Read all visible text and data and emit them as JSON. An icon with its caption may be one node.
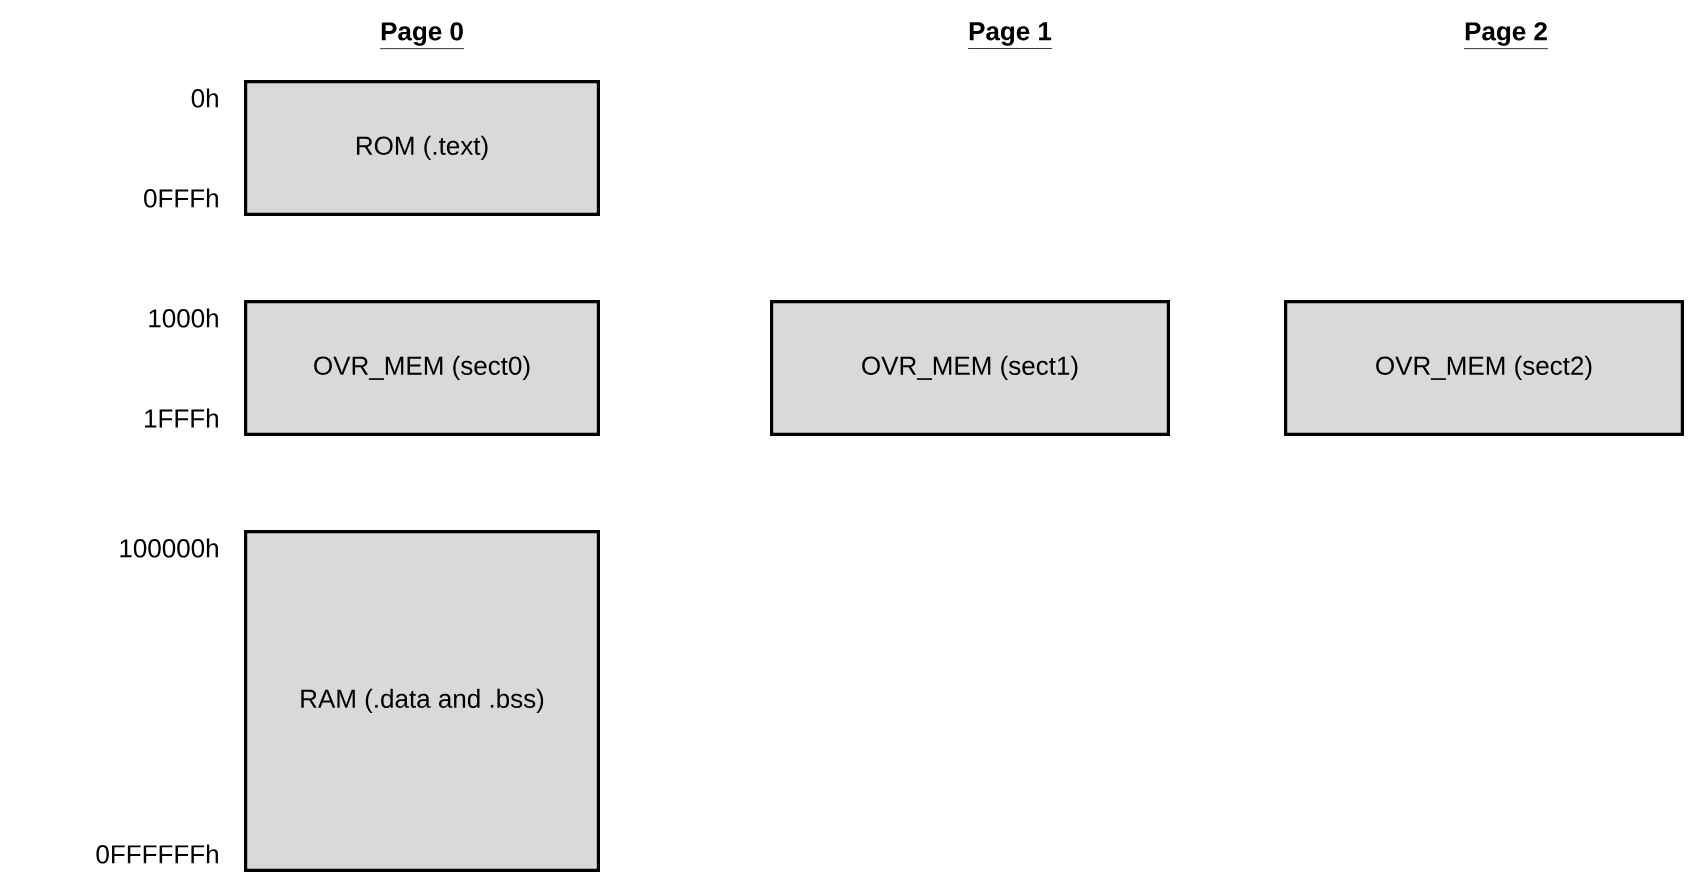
{
  "diagram": {
    "nodes": [
      {
        "text": [
          "ROM (.text)"
        ],
        "beside": [
          "0h",
          "0FFFh"
        ]
      },
      {
        "text": [
          "OVR_MEM (sect0)"
        ],
        "beside": [
          "1000h",
          "1FFFh"
        ]
      },
      {
        "text": [
          "OVR_MEM (sect1)"
        ]
      },
      {
        "text": [
          "OVR_MEM (sect2)"
        ]
      },
      {
        "text": [
          "RAM (.data and .bss)"
        ],
        "beside": [
          "100000h",
          "0FFFFFFh"
        ]
      }
    ],
    "labels": [
      "Page 0",
      "Page 1",
      "Page 2"
    ]
  }
}
